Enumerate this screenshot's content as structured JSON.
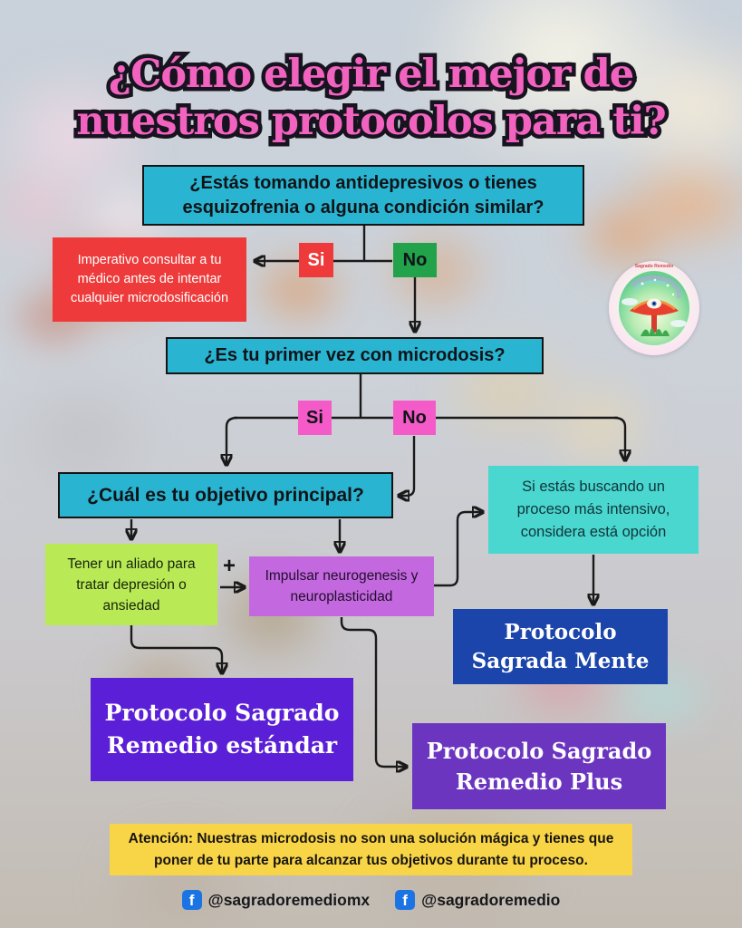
{
  "title": {
    "line1": "¿Cómo elegir el mejor de",
    "line2": "nuestros protocolos para ti?"
  },
  "logo": {
    "name": "Sagrado Remedio"
  },
  "flow": {
    "q1": {
      "text": "¿Estás tomando antidepresivos o tienes esquizofrenia o alguna condición similar?",
      "yes": "Si",
      "no": "No"
    },
    "warning": {
      "text": "Imperativo consultar a tu médico antes de intentar cualquier microdosificación"
    },
    "q2": {
      "text": "¿Es tu primer vez con microdosis?",
      "yes": "Si",
      "no": "No"
    },
    "q3": {
      "text": "¿Cuál es tu objetivo principal?"
    },
    "intensive": {
      "text": "Si estás buscando un proceso más intensivo, considera está opción"
    },
    "goal_ally": {
      "text": "Tener un aliado para tratar depresión o ansiedad"
    },
    "plus_sign": "+",
    "goal_neuro": {
      "text": "Impulsar neurogenesis y neuroplasticidad"
    },
    "protocol_mente": {
      "text": "Protocolo Sagrada Mente"
    },
    "protocol_estandar": {
      "text": "Protocolo Sagrado Remedio estándar"
    },
    "protocol_plus": {
      "text": "Protocolo Sagrado Remedio Plus"
    }
  },
  "attention": {
    "text": "Atención: Nuestras microdosis no son una solución mágica y tienes que poner de tu parte para alcanzar tus objetivos durante tu proceso."
  },
  "footer": {
    "handles": [
      {
        "icon": "facebook-icon",
        "label": "@sagradoremediomx"
      },
      {
        "icon": "facebook-icon",
        "label": "@sagradoremedio"
      }
    ]
  },
  "colors": {
    "question_teal": "#29b5d2",
    "yes_red": "#ee3a3a",
    "no_green": "#21a24b",
    "pink_label": "#f55bc8",
    "intensive_teal": "#49d7cf",
    "ally_green": "#b9ea55",
    "neuro_purple": "#c468e0",
    "mente_blue": "#1b45ab",
    "estandar_violet": "#5a1fd6",
    "plus_violet": "#6b35c0",
    "attention_yellow": "#f8d447",
    "title_pink": "#f263c0",
    "facebook_blue": "#1b74e4"
  }
}
